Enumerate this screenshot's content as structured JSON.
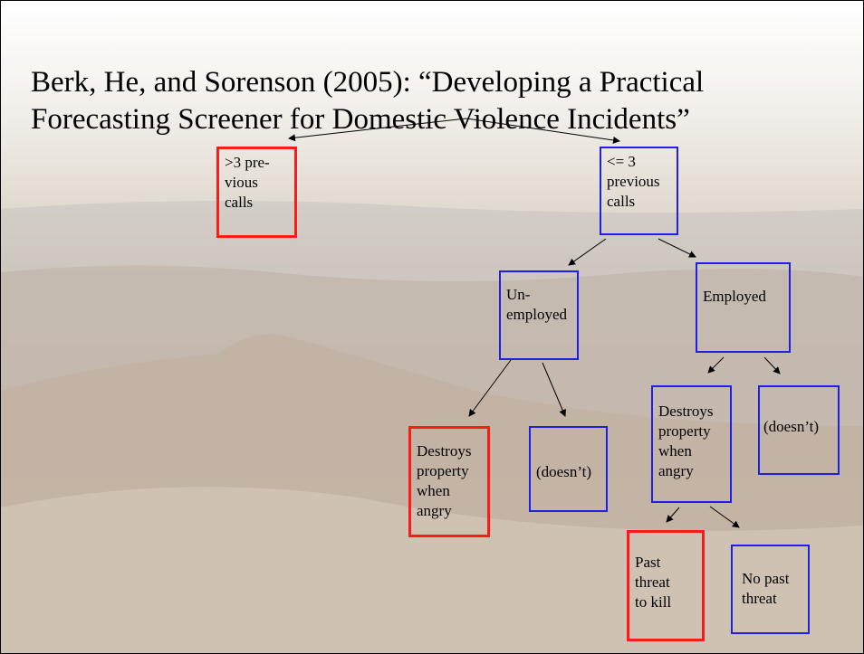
{
  "slide": {
    "title": "Berk, He, and Sorenson (2005): “Developing a Practical Forecasting Screener for Domestic Violence Incidents”"
  },
  "colors": {
    "predicted_violent": "#ff1a1a",
    "predicted_nonviolent": "#1f1fe6"
  },
  "tree": {
    "root_split": {
      "left": "> 3 previous calls",
      "right": "<= 3 previous calls"
    },
    "nodes": {
      "gt3_calls": ">3 pre-\nvious\ncalls",
      "le3_calls": "<= 3\nprevious\ncalls",
      "unemployed": "Un-\nemployed",
      "employed": "Employed",
      "unemp_destroys": "Destroys\nproperty\nwhen\nangry",
      "unemp_doesnt": "(doesn’t)",
      "emp_destroys": "Destroys\nproperty\nwhen\nangry",
      "emp_doesnt": "(doesn’t)",
      "past_threat": "Past\nthreat\nto kill",
      "no_past_threat": "No past\nthreat"
    }
  }
}
